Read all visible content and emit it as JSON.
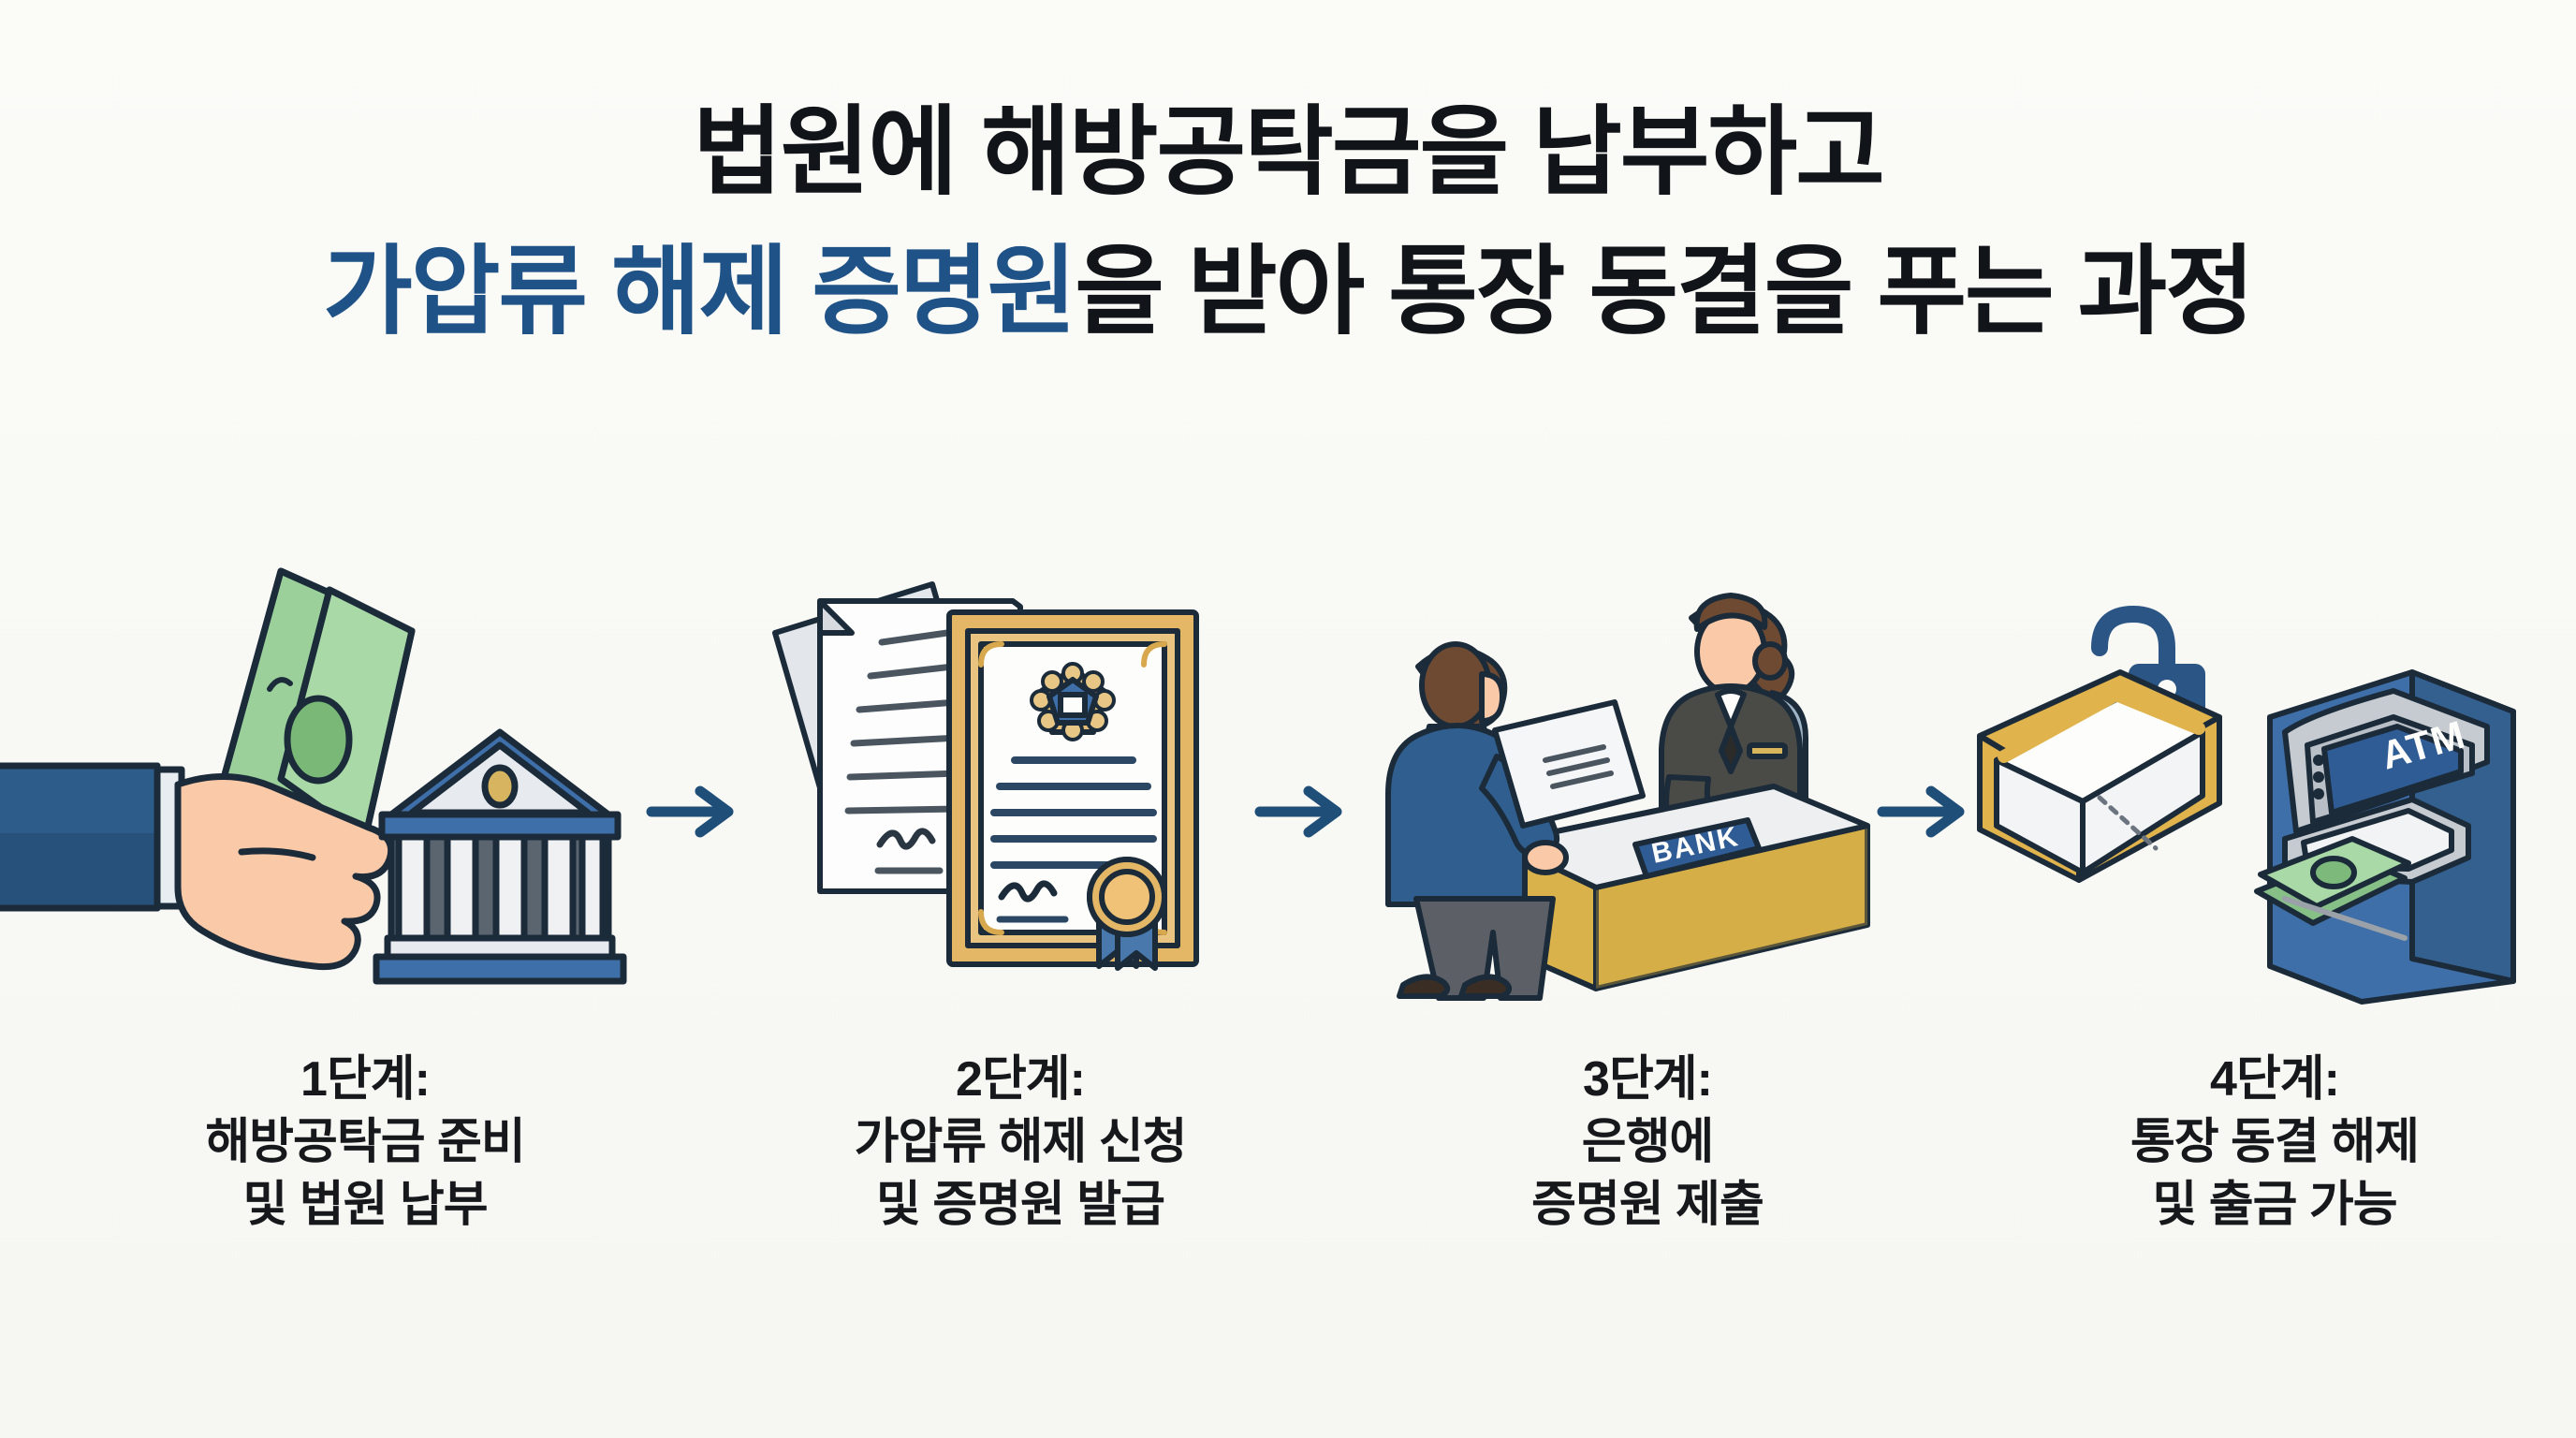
{
  "page": {
    "background_color": "#FAFAF7",
    "accent_blue": "#1F5287",
    "text_black": "#16181C",
    "gold": "#E0B34C",
    "money_green": "#8CC98A"
  },
  "title": {
    "line1": "법원에 해방공탁금을 납부하고",
    "line2_blue": "가압류 해제 증명원",
    "line2_black": "을 받아 통장 동결을 푸는 과정"
  },
  "arrows": {
    "arrow1": "→",
    "arrow2": "→",
    "arrow3": "→"
  },
  "steps": [
    {
      "heading": "1단계:",
      "line1": "해방공탁금 준비",
      "line2": "및 법원 납부",
      "illustration": "hand-holding-money-and-courthouse"
    },
    {
      "heading": "2단계:",
      "line1": "가압류 해제 신청",
      "line2": "및 증명원 발급",
      "illustration": "documents-and-sealed-certificate"
    },
    {
      "heading": "3단계:",
      "line1": "은행에",
      "line2": "증명원 제출",
      "illustration": "customer-submitting-document-at-bank-counter",
      "counter_sign": "BANK"
    },
    {
      "heading": "4단계:",
      "line1": "통장 동결 해제",
      "line2": "및 출금 가능",
      "illustration": "open-passbook-unlocked-padlock-and-atm",
      "atm_screen_label": "ATM"
    }
  ]
}
